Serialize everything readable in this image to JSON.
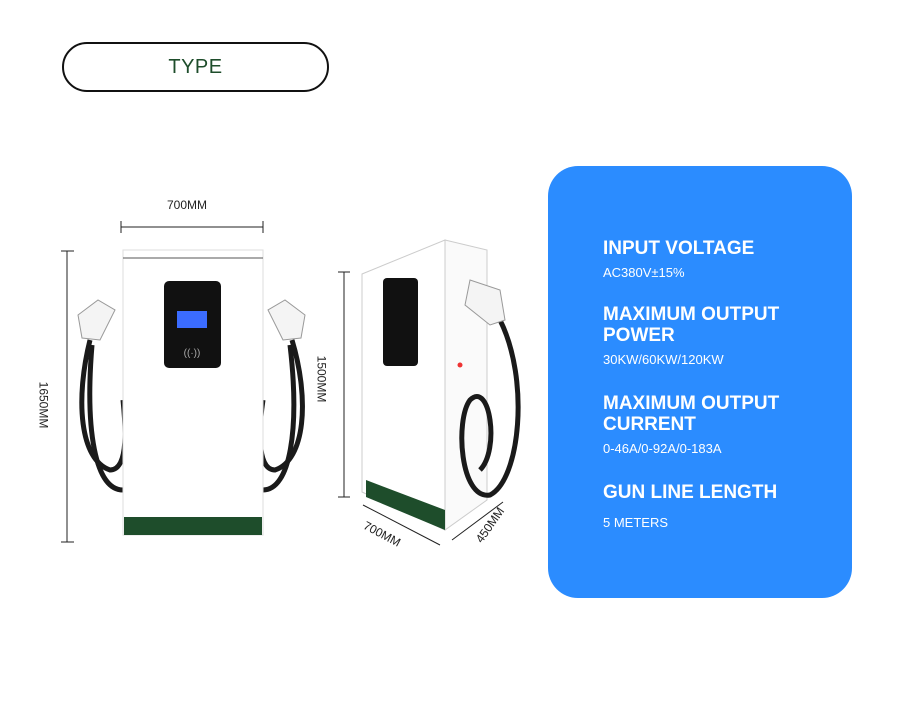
{
  "header": {
    "type_label": "TYPE"
  },
  "front_view": {
    "width_label": "700MM",
    "height_label": "1650MM"
  },
  "side_view": {
    "height_label": "1500MM",
    "width_label": "700MM",
    "depth_label": "450MM"
  },
  "specs": [
    {
      "title": "INPUT VOLTAGE",
      "value": "AC380V±15%"
    },
    {
      "title": "MAXIMUM OUTPUT POWER",
      "value": "30KW/60KW/120KW"
    },
    {
      "title": "MAXIMUM OUTPUT CURRENT",
      "value": "0-46A/0-92A/0-183A"
    },
    {
      "title": "GUN LINE LENGTH",
      "value": "5 METERS"
    }
  ],
  "colors": {
    "panel": "#2b8cff",
    "base": "#1e4d2b",
    "title": "#1e4d2b"
  }
}
